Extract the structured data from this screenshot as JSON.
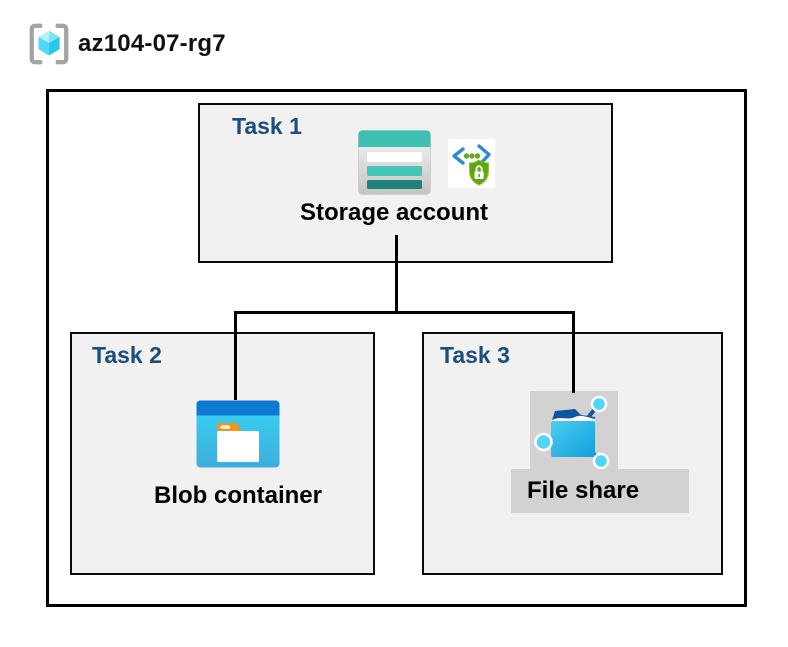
{
  "header": {
    "title": "az104-07-rg7",
    "icon": "resource-group-icon"
  },
  "diagram": {
    "tasks": [
      {
        "id": "task1",
        "label": "Task 1",
        "resource": "Storage account",
        "icons": [
          "storage-account-icon",
          "sas-shield-lock-icon"
        ],
        "highlighted": false
      },
      {
        "id": "task2",
        "label": "Task 2",
        "resource": "Blob container",
        "icons": [
          "blob-container-icon"
        ],
        "highlighted": false
      },
      {
        "id": "task3",
        "label": "Task 3",
        "resource": "File share",
        "icons": [
          "file-share-icon"
        ],
        "highlighted": true
      }
    ],
    "connections": [
      {
        "from": "Storage account",
        "to": "Blob container"
      },
      {
        "from": "Storage account",
        "to": "File share"
      }
    ]
  },
  "colors": {
    "heading_blue": "#1b4e79",
    "task_box_fill": "#f1f1f1",
    "box_border": "#000000",
    "highlight_gray": "#d2d2d2",
    "storage_teal_band": "#3dbfb2",
    "storage_teal_row": "#44c6b8",
    "storage_teal_dark": "#1f827a",
    "blob_bar_blue": "#0e79d2",
    "blob_body_cyan": "#35d3f5",
    "folder_tab_orange": "#f7941e",
    "fileshare_dark_blue": "#0b56a3",
    "fileshare_cyan": "#4fd6f8",
    "sas_bracket_blue": "#2f8ad6",
    "sas_green": "#61a60f"
  }
}
